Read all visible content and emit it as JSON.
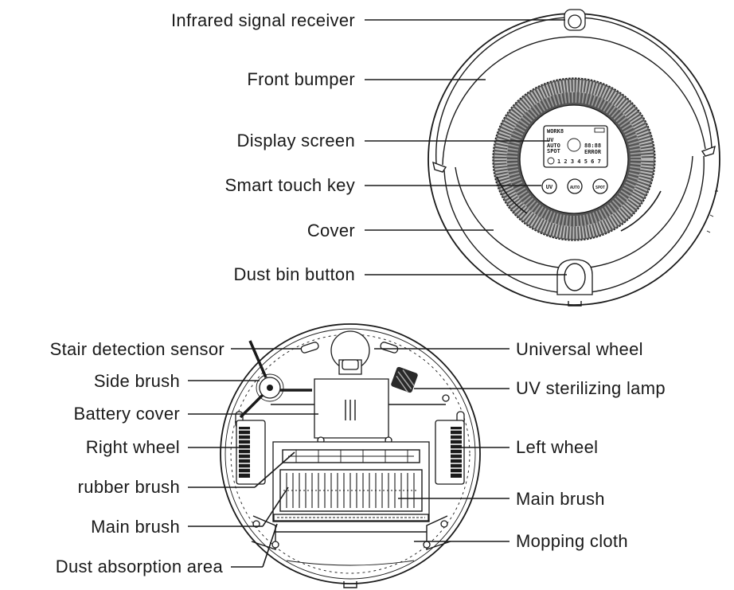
{
  "top_view": {
    "labels": {
      "infrared": "Infrared signal receiver",
      "bumper": "Front bumper",
      "display": "Display screen",
      "touch_key": "Smart touch key",
      "cover": "Cover",
      "dust_bin_button": "Dust bin button"
    },
    "screen": {
      "line1": "WORK8",
      "mode1": "UV",
      "mode2": "AUTO",
      "mode3": "SPOT",
      "clock": "88:88",
      "status": "ERROR",
      "days": "1 2 3 4 5 6 7"
    },
    "keys": [
      "UV",
      "AUTO",
      "SPOT"
    ]
  },
  "bottom_view": {
    "labels_left": {
      "stair": "Stair detection sensor",
      "side_brush": "Side brush",
      "battery": "Battery cover",
      "right_wheel": "Right wheel",
      "rubber_brush": "rubber brush",
      "main_brush": "Main brush",
      "dust_area": "Dust absorption area"
    },
    "labels_right": {
      "universal_wheel": "Universal wheel",
      "uv_lamp": "UV sterilizing lamp",
      "left_wheel": "Left wheel",
      "main_brush": "Main brush",
      "mopping": "Mopping cloth"
    }
  }
}
